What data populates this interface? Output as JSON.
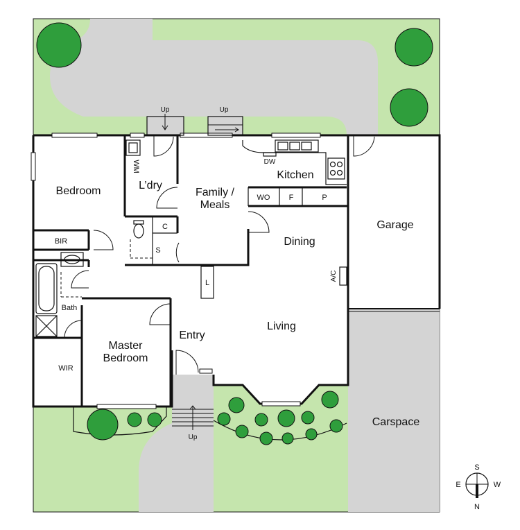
{
  "rooms": {
    "bedroom": "Bedroom",
    "laundry": "L’dry",
    "wm": "WM",
    "family_line1": "Family /",
    "family_line2": "Meals",
    "kitchen": "Kitchen",
    "dw": "DW",
    "wo": "WO",
    "f": "F",
    "p": "P",
    "garage": "Garage",
    "c": "C",
    "s": "S",
    "bir": "BIR",
    "dining": "Dining",
    "l": "L",
    "ac": "A/C",
    "bath": "Bath",
    "living": "Living",
    "entry": "Entry",
    "master_line1": "Master",
    "master_line2": "Bedroom",
    "wir": "WIR",
    "carspace": "Carspace"
  },
  "steps": {
    "up_laundry": "Up",
    "up_family": "Up",
    "up_entry": "Up"
  },
  "compass": {
    "s": "S",
    "e": "E",
    "w": "W",
    "n": "N"
  },
  "colors": {
    "lawn": "#c5e5ad",
    "paving": "#d4d4d4",
    "tree": "#2f9e3c",
    "wall": "#111111"
  }
}
